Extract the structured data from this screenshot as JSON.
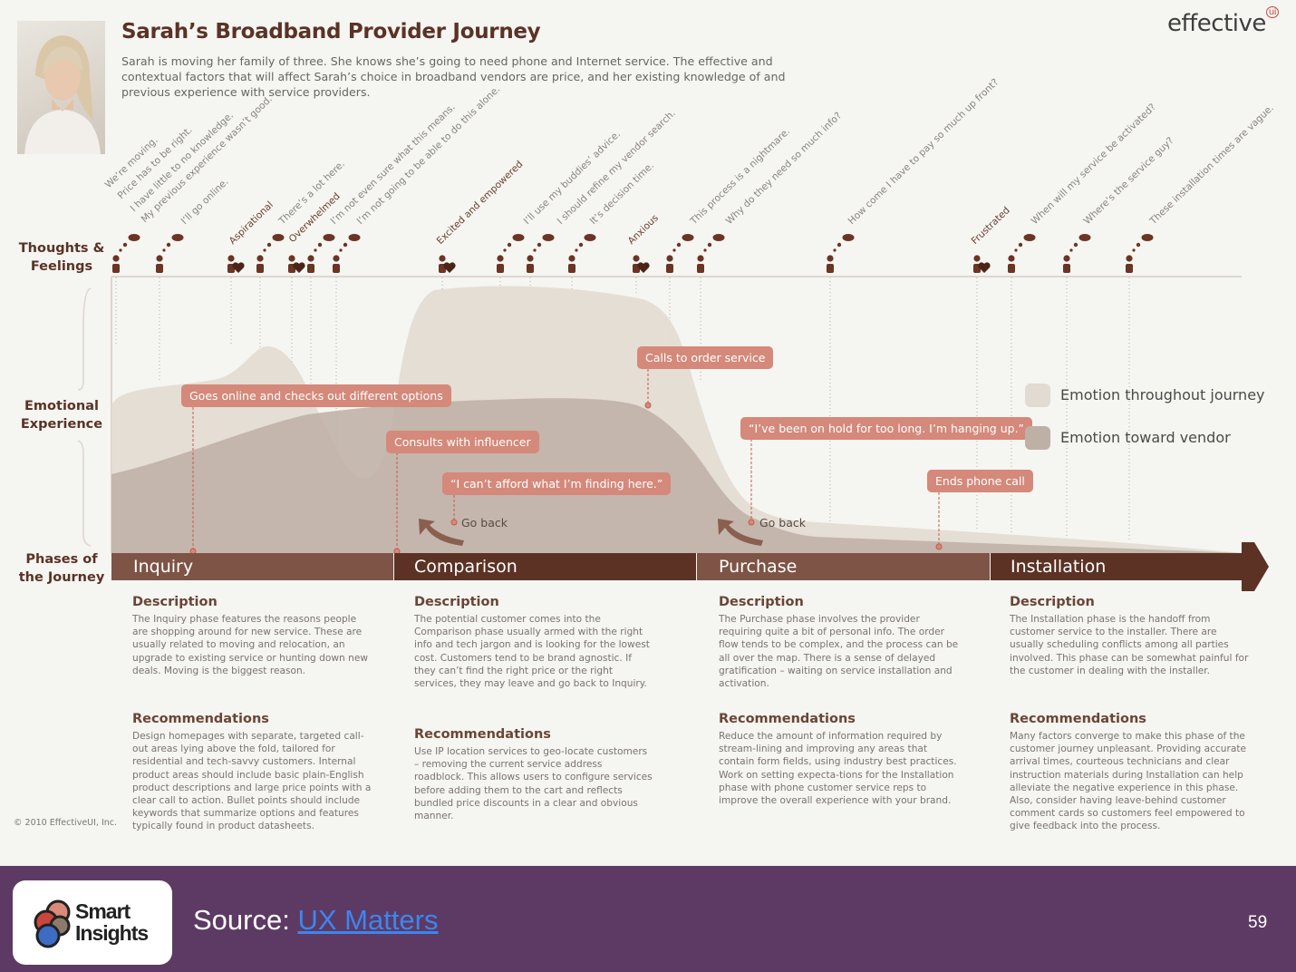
{
  "header": {
    "title": "Sarah’s Broadband Provider Journey",
    "intro": "Sarah is moving her family of three. She knows she’s going to need phone and Internet service. The effective and contextual factors that will affect Sarah’s choice in broadband vendors are price, and her existing knowledge of and previous experience with service providers.",
    "brand": "effective",
    "brand_mark": "ui"
  },
  "side_labels": {
    "thoughts": "Thoughts & Feelings",
    "emotional": "Emotional Experience",
    "phases": "Phases of the Journey"
  },
  "thoughts": [
    {
      "text": "We’re moving.",
      "kind": "thought"
    },
    {
      "text": "Price has to be right.",
      "kind": "thought"
    },
    {
      "text": "I have little to no knowledge.",
      "kind": "thought"
    },
    {
      "text": "My previous experience wasn’t good.",
      "kind": "thought"
    },
    {
      "text": "I’ll go online.",
      "kind": "thought"
    },
    {
      "text": "Aspirational",
      "kind": "feeling"
    },
    {
      "text": "There’s a lot here.",
      "kind": "thought"
    },
    {
      "text": "Overwhelmed",
      "kind": "feeling"
    },
    {
      "text": "I’m not even sure what this means.",
      "kind": "thought"
    },
    {
      "text": "I’m not going to be able to do this alone.",
      "kind": "thought"
    },
    {
      "text": "Excited and empowered",
      "kind": "feeling"
    },
    {
      "text": "I’ll use my buddies’ advice.",
      "kind": "thought"
    },
    {
      "text": "I should refine my vendor search.",
      "kind": "thought"
    },
    {
      "text": "It’s decision time.",
      "kind": "thought"
    },
    {
      "text": "Anxious",
      "kind": "feeling"
    },
    {
      "text": "This process is a nightmare.",
      "kind": "thought"
    },
    {
      "text": "Why do they need so much info?",
      "kind": "thought"
    },
    {
      "text": "How come I have to pay so much up front?",
      "kind": "thought"
    },
    {
      "text": "Frustrated",
      "kind": "feeling"
    },
    {
      "text": "When will my service be activated?",
      "kind": "thought"
    },
    {
      "text": "Where’s the service guy?",
      "kind": "thought"
    },
    {
      "text": "These installation times are vague.",
      "kind": "thought"
    }
  ],
  "callouts": [
    "Goes online and checks out different options",
    "Consults with influencer",
    "“I can’t afford what I’m finding here.”",
    "Calls to order service",
    "“I’ve been on hold for too long. I’m hanging up.”",
    "Ends phone call"
  ],
  "go_back": [
    "Go back",
    "Go back"
  ],
  "legend": [
    {
      "label": "Emotion throughout journey",
      "color": "#e2dbd2"
    },
    {
      "label": "Emotion toward vendor",
      "color": "#bfb0a6"
    }
  ],
  "phases": [
    {
      "name": "Inquiry",
      "color": "#7d5445",
      "description": "The Inquiry phase features the reasons people are shopping around for new service. These are usually related to moving and relocation, an upgrade to existing service or hunting down new deals. Moving is the biggest reason.",
      "recommendations": "Design homepages with separate, targeted call-out areas lying above the fold, tailored for residential and tech-savvy customers. Internal product areas should include basic plain-English product descriptions and large price points with a clear call to action. Bullet points should include keywords that summarize options and features typically found in product datasheets."
    },
    {
      "name": "Comparison",
      "color": "#5b3224",
      "description": "The potential customer comes into the Comparison phase usually armed with the right info and tech jargon and is looking for the lowest cost. Customers tend to be brand agnostic. If they can’t find the right price or the right services, they may leave and go back to Inquiry.",
      "recommendations": "Use IP location services to geo-locate customers – removing the current service address roadblock. This allows users to configure services before adding them to the cart and reflects bundled price discounts in a clear and obvious manner."
    },
    {
      "name": "Purchase",
      "color": "#7d5445",
      "description": "The Purchase phase involves the provider requiring quite a bit of personal info. The order flow tends to be complex, and the process can be all over the map. There is a sense of delayed gratification – waiting on service installation and activation.",
      "recommendations": "Reduce the amount of information required by stream-lining and improving any areas that contain form fields, using industry best practices. Work on setting expecta-tions for the Installation phase with phone customer service reps to improve the overall experience with your brand."
    },
    {
      "name": "Installation",
      "color": "#5b3224",
      "description": "The Installation phase is the handoff from customer service to the installer. There are usually scheduling conflicts among all parties involved. This phase can be somewhat painful for the customer in dealing with the installer.",
      "recommendations": "Many factors converge to make this phase of the customer journey unpleasant. Providing accurate arrival times, courteous technicians and clear instruction materials during Installation can help alleviate the negative experience in this phase. Also, consider having leave-behind customer comment cards so customers feel empowered to give feedback into the process."
    }
  ],
  "section_labels": {
    "description": "Description",
    "recommendations": "Recommendations"
  },
  "copyright": "© 2010 EffectiveUI, Inc.",
  "footer": {
    "logo_line1": "Smart",
    "logo_line2": "Insights",
    "source_label": "Source:",
    "source_link": "UX Matters",
    "page_number": "59"
  }
}
